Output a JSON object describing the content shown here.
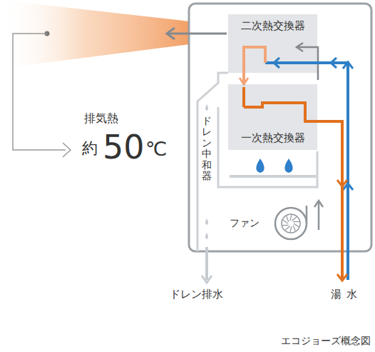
{
  "diagram": {
    "caption": "エコジョーズ概念図",
    "nodes": [
      {
        "text": [
          "二次熱交換器"
        ]
      },
      {
        "text": [
          "一次熱交換器"
        ]
      }
    ],
    "edges": [
      {
        "from": 0,
        "to": 1,
        "arrow": "to"
      }
    ],
    "labels": [
      "排気熱",
      "約",
      "50",
      "℃",
      "ドレン中和器",
      "ファン",
      "ドレン排水",
      "湯",
      "水"
    ]
  }
}
